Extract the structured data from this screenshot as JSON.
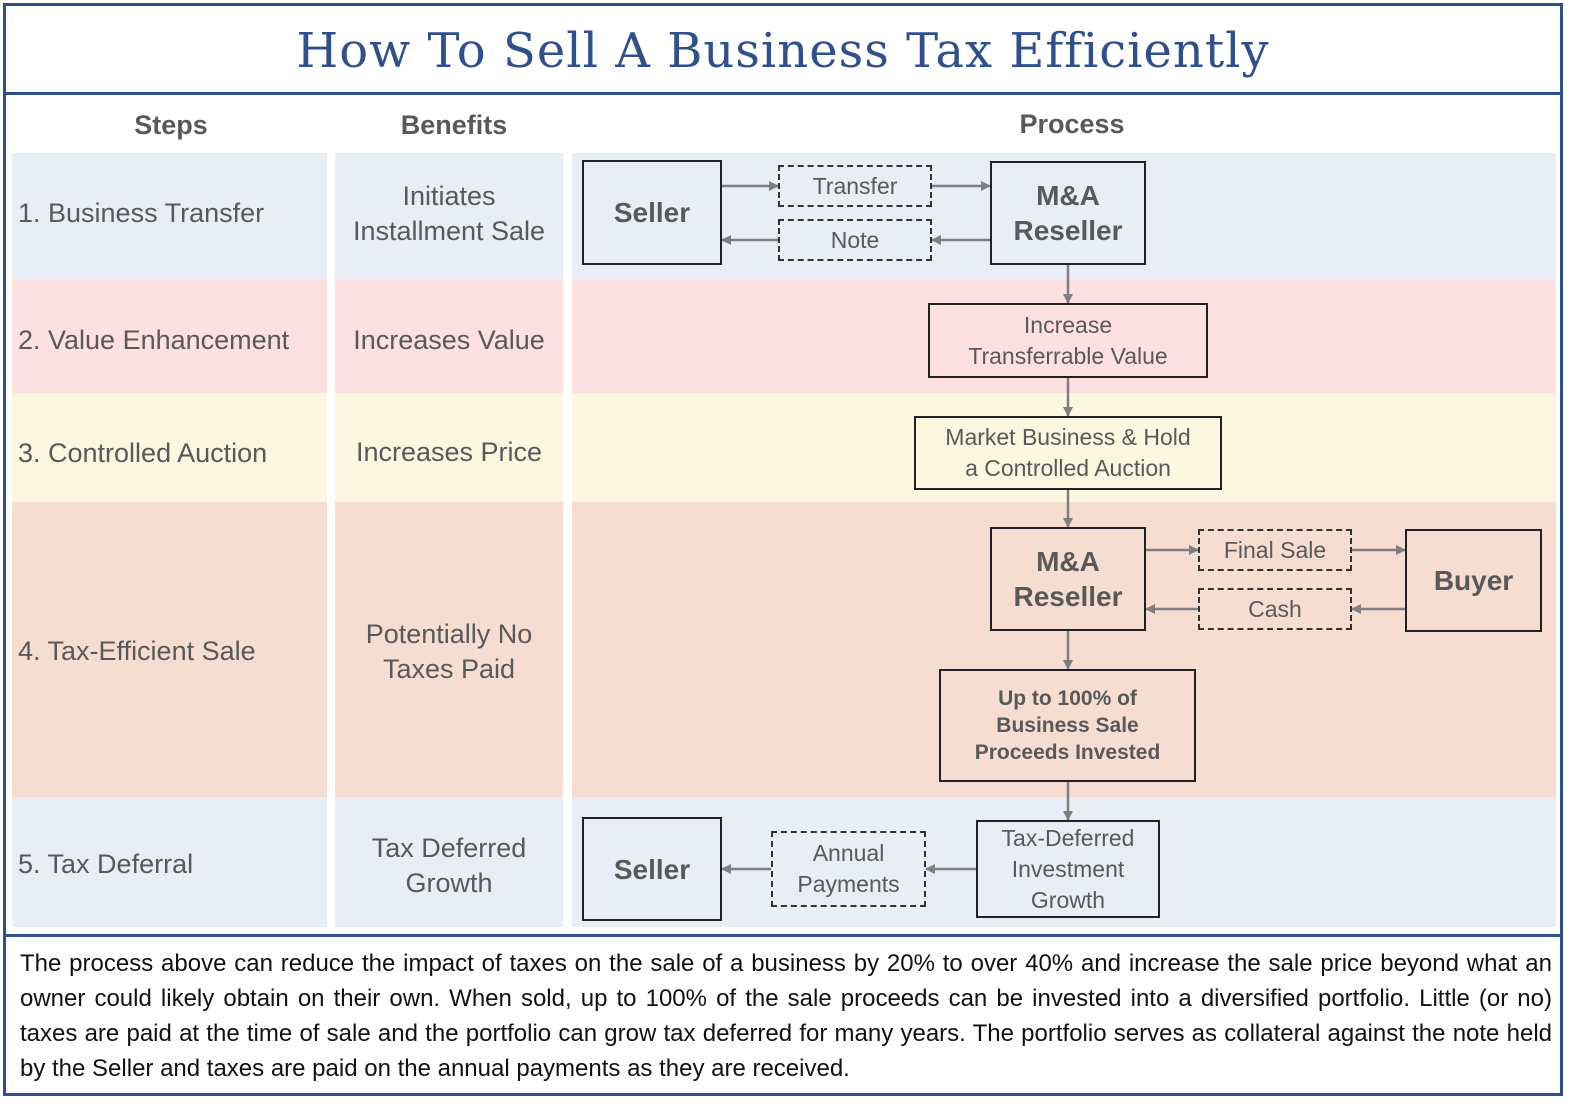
{
  "title": "How To Sell A Business Tax Efficiently",
  "headers": {
    "steps": "Steps",
    "benefits": "Benefits",
    "process": "Process"
  },
  "colors": {
    "border": "#2f4f8f",
    "band_blue": "#e8edf6",
    "band_pink": "#fde0e2",
    "band_yellow": "#fdf7e1",
    "band_peach": "#f6ddd2"
  },
  "rows": [
    {
      "step": "1. Business Transfer",
      "benefit_lines": [
        "Initiates",
        "Installment Sale"
      ]
    },
    {
      "step": "2. Value Enhancement",
      "benefit_lines": [
        "Increases Value"
      ]
    },
    {
      "step": "3. Controlled Auction",
      "benefit_lines": [
        "Increases Price"
      ]
    },
    {
      "step": "4. Tax-Efficient Sale",
      "benefit_lines": [
        "Potentially No",
        "Taxes Paid"
      ]
    },
    {
      "step": "5. Tax Deferral",
      "benefit_lines": [
        "Tax Deferred",
        "Growth"
      ]
    }
  ],
  "process": {
    "seller_1": "Seller",
    "transfer": "Transfer",
    "note": "Note",
    "reseller_1": [
      "M&A",
      "Reseller"
    ],
    "increase_value": [
      "Increase",
      "Transferrable Value"
    ],
    "market_auction": [
      "Market Business & Hold",
      "a Controlled Auction"
    ],
    "reseller_2": [
      "M&A",
      "Reseller"
    ],
    "final_sale": "Final Sale",
    "cash": "Cash",
    "buyer": "Buyer",
    "proceeds": [
      "Up to 100% of",
      "Business Sale",
      "Proceeds Invested"
    ],
    "growth": [
      "Tax-Deferred",
      "Investment",
      "Growth"
    ],
    "annual_payments": [
      "Annual",
      "Payments"
    ],
    "seller_2": "Seller"
  },
  "footer": "The process above can reduce the impact of taxes on the sale of a business by 20% to over 40% and increase the sale price beyond what an owner could likely obtain on their own. When sold, up to 100% of the sale proceeds can be invested into a diversified portfolio. Little (or no) taxes are paid at the time of sale and the portfolio can grow tax deferred for many years. The portfolio serves as collateral against the note held by the Seller and taxes are paid on the annual payments as they are received."
}
